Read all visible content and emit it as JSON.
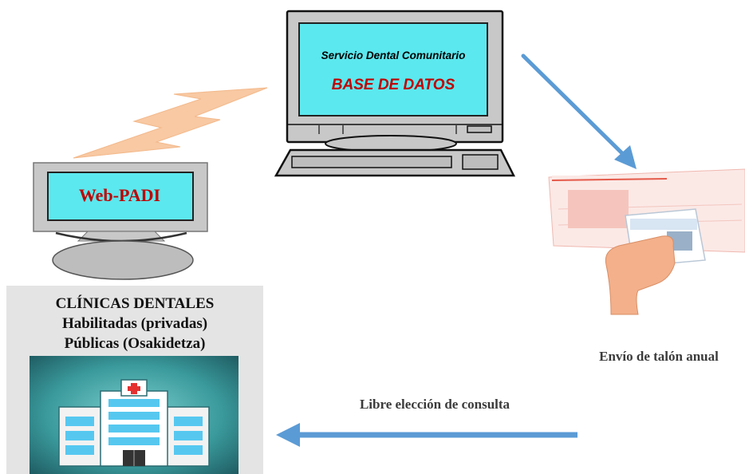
{
  "database_computer": {
    "line1": "Servicio Dental Comunitario",
    "line2": "BASE DE DATOS"
  },
  "web_padi": {
    "label": "Web-PADI"
  },
  "clinics": {
    "title": "CLÍNICAS DENTALES",
    "line2": "Habilitadas (privadas)",
    "line3": "Públicas (Osakidetza)"
  },
  "labels": {
    "envio": "Envío de talón anual",
    "libre": "Libre elección de consulta"
  },
  "colors": {
    "screen_bg": "#5be8ee",
    "monitor_gray": "#c8c8c8",
    "text_red": "#c00000",
    "arrow_blue": "#5b9bd5",
    "lightning": "#f8c9a3",
    "clinic_teal": "#2e7f84"
  }
}
